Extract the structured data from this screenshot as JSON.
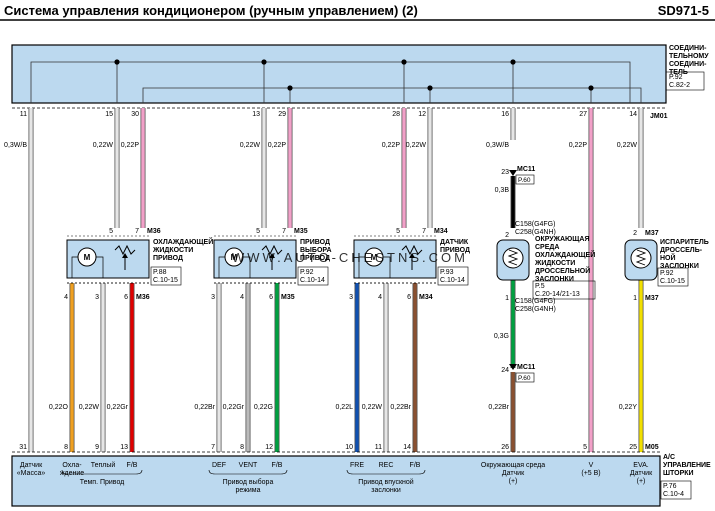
{
  "header": {
    "title": "Система управления кондиционером (ручным управлением) (2)",
    "code": "SD971-5"
  },
  "connector_box": {
    "label": "СОЕДИНИ-\nТЕЛЬНОМУ\nСОЕДИНИ-\nТЕЛЬ",
    "ref1": "P.92",
    "ref2": "C.82-2",
    "jm": "JM01"
  },
  "watermark": "WWW.AUTO-CHESTNS.COM",
  "colors": {
    "pink": "#f2a0c8",
    "grey_wire": "#e6e6e6",
    "orange": "#f0a020",
    "red": "#e00000",
    "light_grey": "#bbbbbb",
    "green": "#00a040",
    "blue": "#1050b0",
    "brown": "#8a5030",
    "yellow": "#f2e000",
    "black": "#000000"
  },
  "wires": [
    {
      "top_pin": "11",
      "label": "0,3W/B",
      "bottom_pin": "31",
      "color": "grey_wire"
    },
    {
      "top_pin": "15",
      "label": "0,22W",
      "color": "grey_wire"
    },
    {
      "top_pin": "30",
      "label": "0,22P",
      "color": "pink"
    },
    {
      "top_pin": "13",
      "label": "0,22W",
      "color": "grey_wire"
    },
    {
      "top_pin": "29",
      "label": "0,22P",
      "color": "pink"
    },
    {
      "top_pin": "28",
      "label": "0,22P",
      "color": "pink"
    },
    {
      "top_pin": "12",
      "label": "0,22W",
      "color": "grey_wire"
    },
    {
      "top_pin": "16",
      "label": "0,3W/B",
      "color": "grey_wire"
    },
    {
      "top_pin": "27",
      "label": "0,22P",
      "bottom_pin": "5",
      "color": "pink"
    },
    {
      "top_pin": "14",
      "label": "0,22W",
      "color": "grey_wire"
    }
  ],
  "actuators": [
    {
      "id": "M36",
      "pins_top": [
        "5",
        "7"
      ],
      "pins_bottom": [
        "4",
        "3",
        "6"
      ],
      "label": "ОХЛАЖДАЮЩЕЙ\nЖИДКОСТИ\nПРИВОД",
      "ref1": "P.88",
      "ref2": "C.10-15",
      "bottom_wires": [
        {
          "label": "0,22O",
          "pin": "8",
          "color": "orange"
        },
        {
          "label": "0,22W",
          "pin": "9",
          "color": "grey_wire"
        },
        {
          "label": "0,22Gr",
          "pin": "13",
          "color": "red"
        }
      ],
      "signals": [
        "Охла-\nждение",
        "Теплый",
        "F/B"
      ],
      "group": "Темп. Привод"
    },
    {
      "id": "M35",
      "pins_top": [
        "5",
        "7"
      ],
      "pins_bottom": [
        "3",
        "4",
        "6"
      ],
      "label": "ПРИВОД\nВЫБОРА\nПРИВОД",
      "ref1": "P.92",
      "ref2": "C.10-14",
      "bottom_wires": [
        {
          "label": "0,22Br",
          "pin": "7",
          "color": "grey_wire"
        },
        {
          "label": "0,22Gr",
          "pin": "8",
          "color": "light_grey"
        },
        {
          "label": "0,22G",
          "pin": "12",
          "color": "green"
        }
      ],
      "signals": [
        "DEF",
        "VENT",
        "F/B"
      ],
      "group": "Привод выбора\nрежима"
    },
    {
      "id": "M34",
      "pins_top": [
        "5",
        "7"
      ],
      "pins_bottom": [
        "3",
        "4",
        "6"
      ],
      "label": "ДАТЧИК\nПРИВОД",
      "ref1": "P.93",
      "ref2": "C.10-14",
      "bottom_wires": [
        {
          "label": "0,22L",
          "pin": "10",
          "color": "blue"
        },
        {
          "label": "0,22W",
          "pin": "11",
          "color": "grey_wire"
        },
        {
          "label": "0,22Br",
          "pin": "14",
          "color": "brown"
        }
      ],
      "signals": [
        "FRE",
        "REC",
        "F/B"
      ],
      "group": "Привод впускной\nзаслонки"
    }
  ],
  "ambient_sensor": {
    "mc_top": "MC11",
    "mc_top_pin": "23",
    "mc_ref": "P.60",
    "wire1": "0,3B",
    "connectors": "C158(G4FG)\nC258(G4NH)",
    "pins": [
      "2",
      "1"
    ],
    "label": "ОКРУЖАЮЩАЯ\nСРЕДА\nОХЛАЖДАЮЩЕЙ\nЖИДКОСТИ\nДРОССЕЛЬНОЙ\nЗАСЛОНКИ",
    "ref1": "P.5",
    "ref2": "C.20-14/21-13",
    "wire2": "0,3G",
    "mc_bottom": "MC11",
    "mc_bottom_pin": "24",
    "wire3": "0,22Br",
    "bottom_pin": "26",
    "signal": "Окружающая среда\nДатчик\n(+)"
  },
  "evap_sensor": {
    "id": "M37",
    "pins": [
      "2",
      "1"
    ],
    "label": "ИСПАРИТЕЛЬ\nДРОССЕЛЬ-\nНОЙ\nЗАСЛОНКИ",
    "ref1": "P.92",
    "ref2": "C.10-15",
    "wire": "0,22Y",
    "bottom_pin": "25",
    "signal": "EVA.\nДатчик\n(+)"
  },
  "bottom_signals": {
    "mass": "Датчик\n«Масса»",
    "v": "V\n(+5 В)"
  },
  "ac_control": {
    "id": "M05",
    "label": "A/C\nУПРАВЛЕНИЕ\nШТОРКИ",
    "ref1": "P.76",
    "ref2": "C.10-4"
  }
}
